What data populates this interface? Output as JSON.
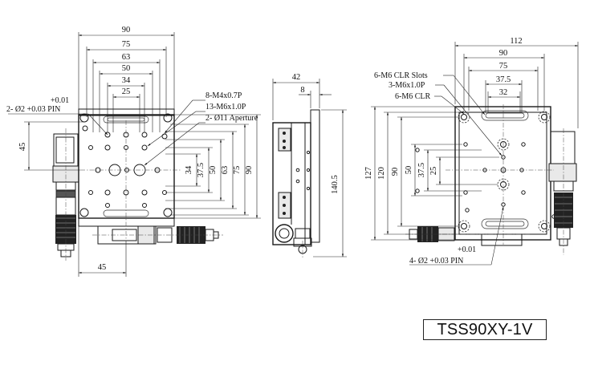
{
  "title": "TSS90XY-1V",
  "left_view": {
    "top_dims": [
      "90",
      "75",
      "63",
      "50",
      "34",
      "25"
    ],
    "right_dims": [
      "34",
      "37.5",
      "50",
      "63",
      "75",
      "90"
    ],
    "left_dim": "45",
    "bottom_dim": "45",
    "pin_note": [
      "+0.01",
      "2- Ø2 +0.03 PIN"
    ],
    "callouts": [
      "8-M4x0.7P",
      "13-M6x1.0P",
      "2- Ø11 Aperture"
    ]
  },
  "side_view": {
    "top_dims": [
      "42",
      "8"
    ],
    "height_dim": "140.5"
  },
  "right_view": {
    "top_dims": [
      "112",
      "90",
      "75",
      "37.5",
      "32"
    ],
    "left_dims": [
      "127",
      "120",
      "90",
      "50",
      "37.5",
      "25"
    ],
    "callouts": [
      "6-M6 CLR Slots",
      "3-M6x1.0P",
      "6-M6 CLR"
    ],
    "pin_note": [
      "+0.01",
      "4- Ø2 +0.03 PIN"
    ]
  }
}
